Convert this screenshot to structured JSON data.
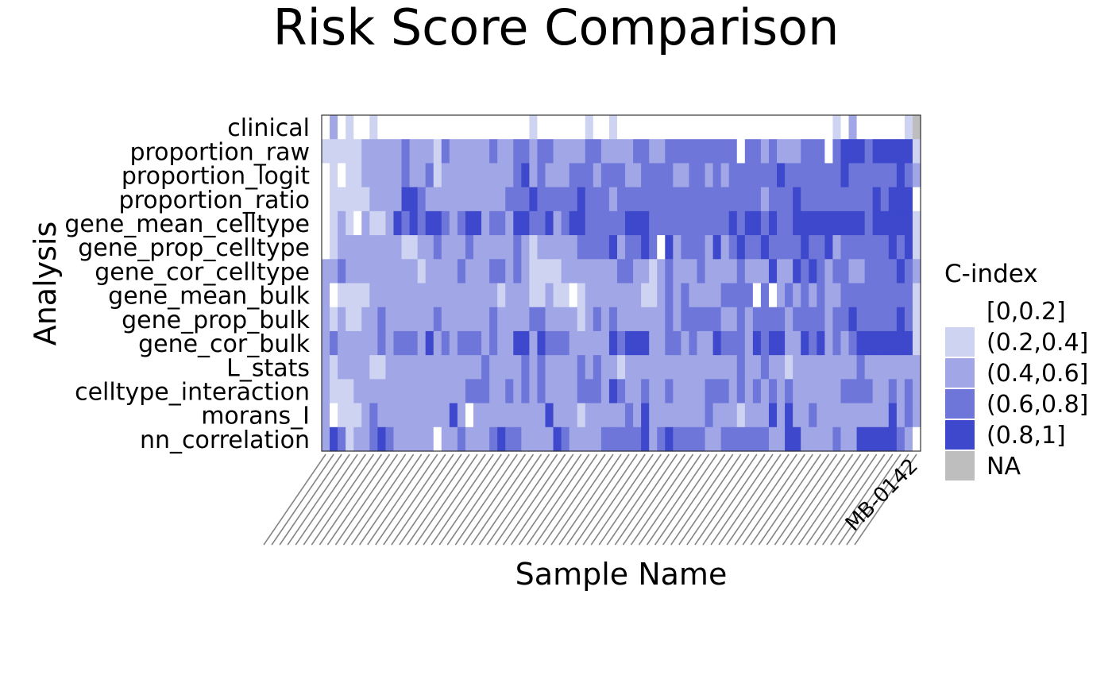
{
  "chart_data": {
    "type": "heatmap",
    "title": "Risk Score Comparison",
    "xlabel": "Sample Name",
    "ylabel": "Analysis",
    "rows": [
      "clinical",
      "proportion_raw",
      "proportion_logit",
      "proportion_ratio",
      "gene_mean_celltype",
      "gene_prop_celltype",
      "gene_cor_celltype",
      "gene_mean_bulk",
      "gene_prop_bulk",
      "gene_cor_bulk",
      "L_stats",
      "celltype_interaction",
      "morans_I",
      "nn_correlation"
    ],
    "n_columns": 75,
    "column_labels_note": "Sample name tick labels are overlapping and illegible in the image; only the last one is partially readable.",
    "last_column_label": "MB-0142",
    "legend": {
      "title": "C-index",
      "position": "right",
      "items": [
        {
          "label": "[0,0.2]",
          "color": "#FFFFFF",
          "level": 0
        },
        {
          "label": "(0.2,0.4]",
          "color": "#CFD3F2",
          "level": 1
        },
        {
          "label": "(0.4,0.6]",
          "color": "#A0A6E6",
          "level": 2
        },
        {
          "label": "(0.6,0.8]",
          "color": "#6E77D9",
          "level": 3
        },
        {
          "label": "(0.8,1]",
          "color": "#3D48CC",
          "level": 4
        },
        {
          "label": "NA",
          "color": "#BEBEBE",
          "level": 5
        }
      ]
    },
    "cells_encoding": "Each row string has one character per sample column; digit = legend level (0..4), 5 = NA",
    "cells": [
      "020100100000000000000000001000000100100000000000000000000000000010200000015",
      "111112222232221322222322332332222332222332233333333303323222333034443444441",
      "010112222232231222222222342322233323332233332233232333333433333334333333432",
      "011111222244322222222223334333334333233333333333333333323334333333333434440",
      "012102112434344323442332443342344333334443333333333434434334444444443444441",
      "012222222211223222322222321222223333423343042333242343343333433423333334341",
      "223222222222122223222332321111222222233221232223222232224224343233223333432",
      "201111222222222222222212221121101222222211232322223333030232323223333333331",
      "212112232222223222222322223322221232322222232333332232333323333233433333431",
      "232222232333242323332322442433322222434442233232243332434422434232344444441",
      "212222112222222222223222232322223232212222222222222232232212222222232222222",
      "211122222222222222333223232322223332432232232222333232323232222223333223232",
      "201112322222222242022222222242221222223242222222322212224242232222222224232",
      "243122343222220223222343322224322223333342343333223333332244222232244444320"
    ]
  }
}
